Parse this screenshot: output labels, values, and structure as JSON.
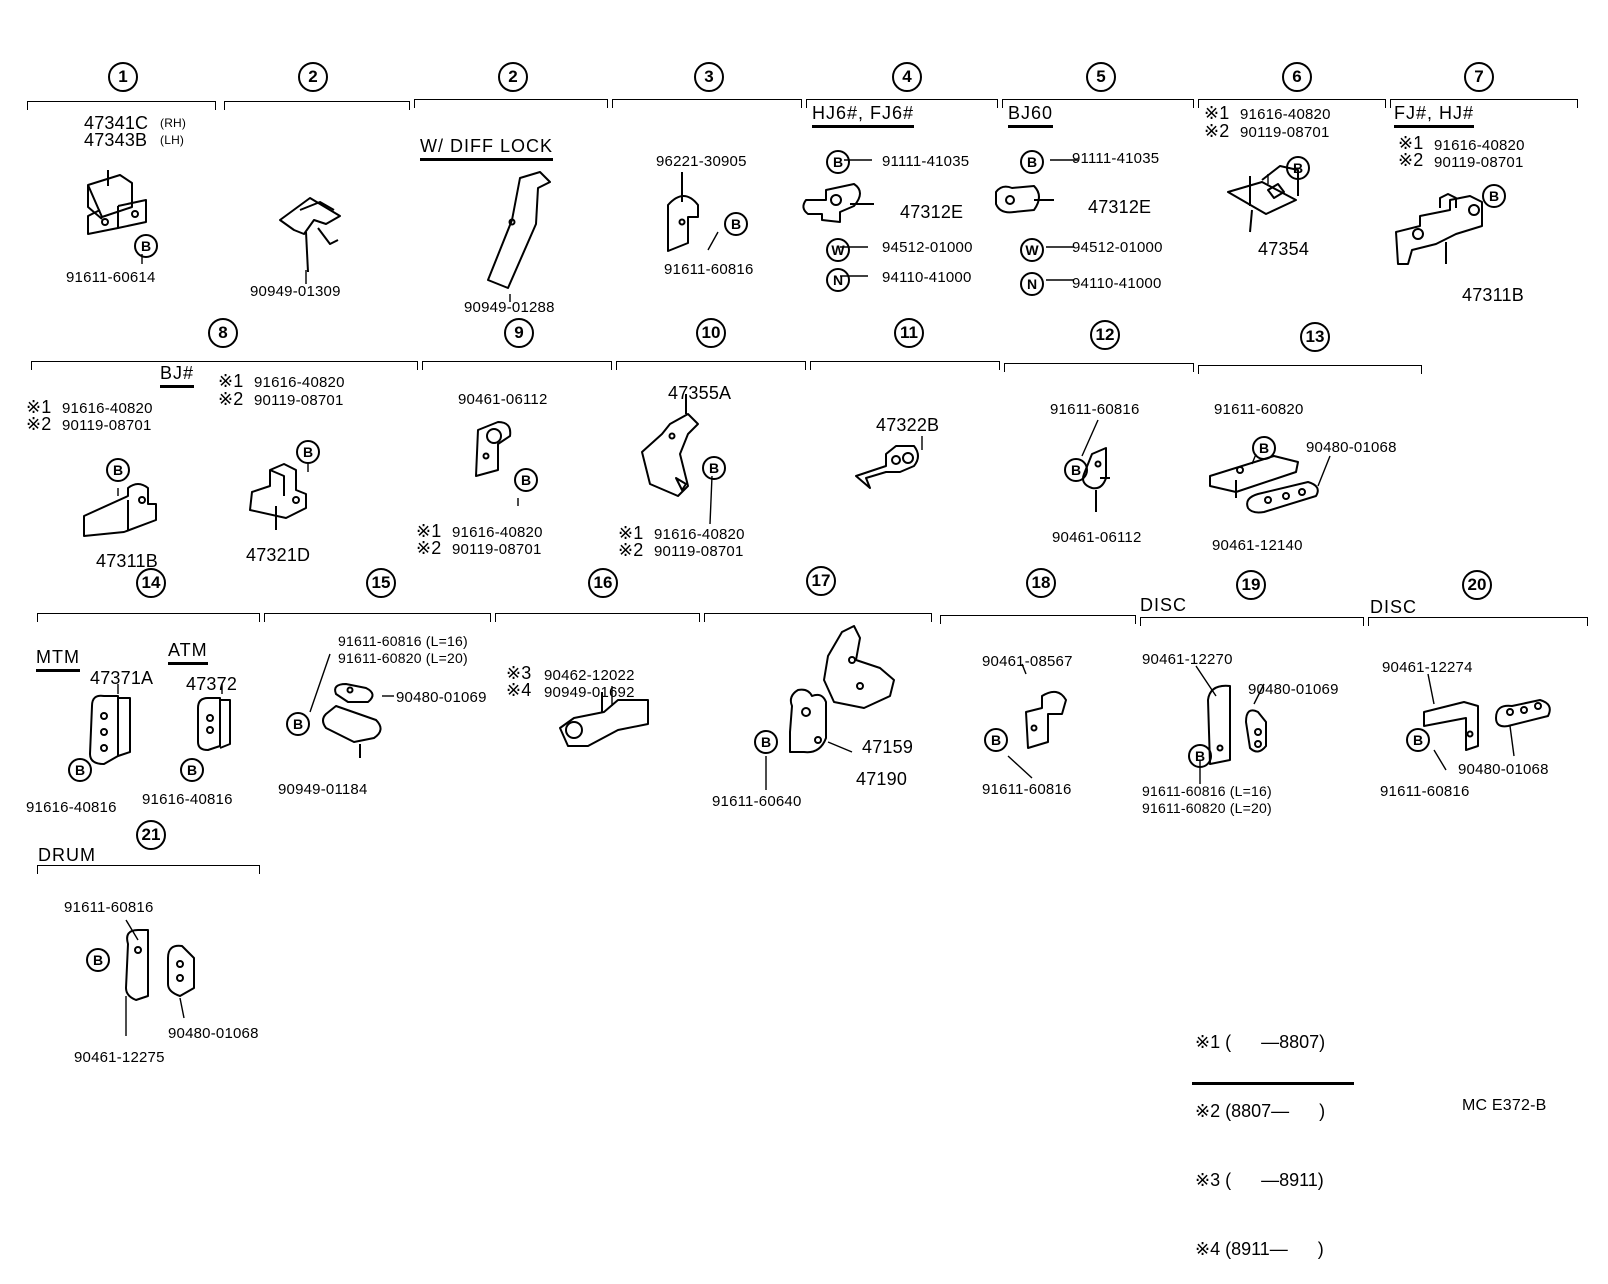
{
  "sections": [
    {
      "id": "1",
      "number": "1",
      "parts": [
        "47341C",
        "(RH)",
        "47343B",
        "(LH)",
        "91611-60614"
      ]
    },
    {
      "id": "2a",
      "number": "2",
      "parts": [
        "90949-01309"
      ]
    },
    {
      "id": "2b",
      "number": "2",
      "heading": "W/ DIFF  LOCK",
      "parts": [
        "90949-01288"
      ]
    },
    {
      "id": "3",
      "number": "3",
      "parts": [
        "96221-30905",
        "91611-60816"
      ]
    },
    {
      "id": "4",
      "number": "4",
      "heading": "HJ6#,  FJ6#",
      "parts": [
        "91111-41035",
        "47312E",
        "94512-01000",
        "94110-41000"
      ]
    },
    {
      "id": "5",
      "number": "5",
      "heading": "BJ60",
      "parts": [
        "91111-41035",
        "47312E",
        "94512-01000",
        "94110-41000"
      ]
    },
    {
      "id": "6",
      "number": "6",
      "parts": [
        "※1",
        "91616-40820",
        "※2",
        "90119-08701",
        "47354"
      ]
    },
    {
      "id": "7",
      "number": "7",
      "heading": "FJ#,  HJ#",
      "parts": [
        "※1",
        "91616-40820",
        "※2",
        "90119-08701",
        "47311B"
      ]
    },
    {
      "id": "8",
      "number": "8",
      "heading": "BJ#",
      "parts": [
        "※1",
        "91616-40820",
        "※2",
        "90119-08701",
        "47311B",
        "※1",
        "91616-40820",
        "※2",
        "90119-08701",
        "47321D"
      ]
    },
    {
      "id": "9",
      "number": "9",
      "parts": [
        "90461-06112",
        "※1",
        "91616-40820",
        "※2",
        "90119-08701"
      ]
    },
    {
      "id": "10",
      "number": "10",
      "parts": [
        "47355A",
        "※1",
        "91616-40820",
        "※2",
        "90119-08701"
      ]
    },
    {
      "id": "11",
      "number": "11",
      "parts": [
        "47322B"
      ]
    },
    {
      "id": "12",
      "number": "12",
      "parts": [
        "91611-60816",
        "90461-06112"
      ]
    },
    {
      "id": "13",
      "number": "13",
      "parts": [
        "91611-60820",
        "90480-01068",
        "90461-12140"
      ]
    },
    {
      "id": "14",
      "number": "14",
      "headings": [
        "MTM",
        "ATM"
      ],
      "parts": [
        "47371A",
        "47372",
        "91616-40816",
        "91616-40816"
      ]
    },
    {
      "id": "15",
      "number": "15",
      "parts": [
        "91611-60816 (L=16)",
        "91611-60820 (L=20)",
        "90480-01069",
        "90949-01184"
      ]
    },
    {
      "id": "16",
      "number": "16",
      "parts": [
        "※3",
        "90462-12022",
        "※4",
        "90949-01692"
      ]
    },
    {
      "id": "17",
      "number": "17",
      "parts": [
        "47159",
        "47190",
        "91611-60640"
      ]
    },
    {
      "id": "18",
      "number": "18",
      "parts": [
        "90461-08567",
        "91611-60816"
      ]
    },
    {
      "id": "19",
      "number": "19",
      "heading": "DISC",
      "parts": [
        "90461-12270",
        "90480-01069",
        "91611-60816 (L=16)",
        "91611-60820 (L=20)"
      ]
    },
    {
      "id": "20",
      "number": "20",
      "heading": "DISC",
      "parts": [
        "90461-12274",
        "90480-01068",
        "91611-60816"
      ]
    },
    {
      "id": "21",
      "number": "21",
      "heading": "DRUM",
      "parts": [
        "91611-60816",
        "90480-01068",
        "90461-12275"
      ]
    }
  ],
  "callouts": {
    "B": "B",
    "W": "W",
    "N": "N"
  },
  "legend": {
    "lines": [
      "※1 (      —8807)",
      "※2 (8807—      )",
      "※3 (      —8911)",
      "※4 (8911—      )"
    ]
  },
  "figure_code": "MC  E372-B"
}
